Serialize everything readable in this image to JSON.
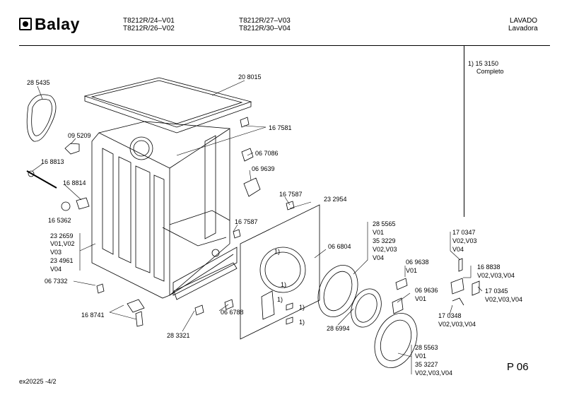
{
  "header": {
    "brand": "Balay",
    "models_col1": [
      "T8212R/24–V01",
      "T8212R/26–V02"
    ],
    "models_col2": [
      "T8212R/27–V03",
      "T8212R/30–V04"
    ],
    "category_upper": "LAVADO",
    "category_lower": "Lavadora"
  },
  "note": {
    "line1": "1)  15 3150",
    "line2": "Completo"
  },
  "labels": {
    "p285435": "28 5435",
    "p208015": "20 8015",
    "p095209": "09 5209",
    "p167581": "16 7581",
    "p067086": "06 7086",
    "p168813": "16 8813",
    "p069639": "06 9639",
    "p168814": "16 8814",
    "p167587a": "16 7587",
    "p232954": "23 2954",
    "p165362": "16 5362",
    "p167587b": "16 7587",
    "p232659_1": "23 2659",
    "p232659_2": "V01,V02",
    "p232659_3": "V03",
    "p232659_4": "23 4961",
    "p232659_5": "V04",
    "p067332": "06 7332",
    "p285565_1": "28 5565",
    "p285565_2": "V01",
    "p285565_3": "35 3229",
    "p285565_4": "V02,V03",
    "p285565_5": "V04",
    "p066804": "06 6804",
    "p170347_1": "17 0347",
    "p170347_2": "V02,V03",
    "p170347_3": "V04",
    "p069638_1": "06 9638",
    "p069638_2": "V01",
    "p168838_1": "16 8838",
    "p168838_2": "V02,V03,V04",
    "p069636_1": "06 9636",
    "p069636_2": "V01",
    "p170345_1": "17 0345",
    "p170345_2": "V02,V03,V04",
    "p168741": "16 8741",
    "p066788": "06 6788",
    "p170348_1": "17 0348",
    "p170348_2": "V02,V03,V04",
    "p286994": "28 6994",
    "p283321": "28 3321",
    "p285563_1": "28 5563",
    "p285563_2": "V01",
    "p285563_3": "35 3227",
    "p285563_4": "V02,V03,V04",
    "ref1a": "1)",
    "ref1b": "1)",
    "ref1c": "1)",
    "ref1d": "1)",
    "ref1e": "1)"
  },
  "footer": {
    "doc_ref": "ex20225  -4/2",
    "page": "P 06"
  }
}
